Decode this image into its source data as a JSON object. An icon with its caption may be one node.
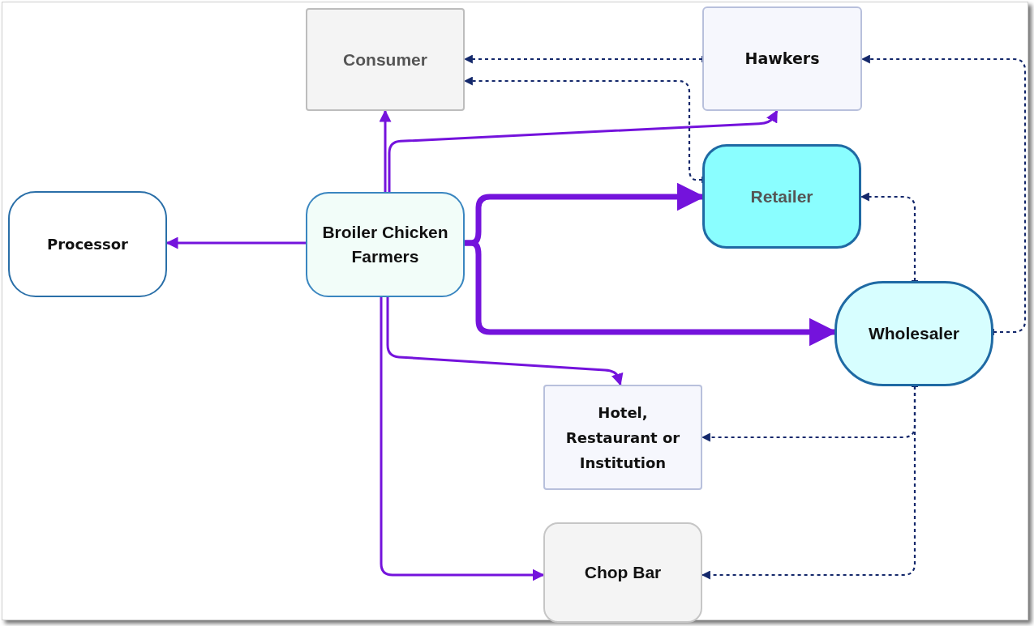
{
  "diagram": {
    "nodes": [
      {
        "text": [
          "Consumer"
        ]
      },
      {
        "text": [
          "Hawkers"
        ]
      },
      {
        "text": [
          "Processor"
        ]
      },
      {
        "text": [
          "Broiler Chicken Farmers"
        ]
      },
      {
        "text": [
          "Retailer"
        ]
      },
      {
        "text": [
          "Wholesaler"
        ]
      },
      {
        "text": [
          "Hotel, Restaurant or Institution"
        ]
      },
      {
        "text": [
          "Chop Bar"
        ]
      }
    ],
    "edges": [
      {
        "from": 3,
        "to": 0,
        "arrow": "to"
      },
      {
        "from": 3,
        "to": 1,
        "arrow": "to"
      },
      {
        "from": 3,
        "to": 2,
        "arrow": "to"
      },
      {
        "from": 3,
        "to": 4,
        "arrow": "to",
        "style": "thick"
      },
      {
        "from": 3,
        "to": 5,
        "arrow": "to",
        "style": "thick"
      },
      {
        "from": 3,
        "to": 6,
        "arrow": "to"
      },
      {
        "from": 3,
        "to": 7,
        "arrow": "to"
      },
      {
        "from": 1,
        "to": 0,
        "arrow": "to",
        "style": "dashed",
        "color": "#14286b"
      },
      {
        "from": 4,
        "to": 0,
        "arrow": "to",
        "style": "dashed",
        "color": "#14286b"
      },
      {
        "from": 5,
        "to": 4,
        "arrow": "to",
        "style": "dashed",
        "color": "#14286b"
      },
      {
        "from": 5,
        "to": 1,
        "arrow": "to",
        "style": "dashed",
        "color": "#14286b"
      },
      {
        "from": 5,
        "to": 6,
        "arrow": "to",
        "style": "dashed",
        "color": "#14286b"
      },
      {
        "from": 5,
        "to": 7,
        "arrow": "to",
        "style": "dashed",
        "color": "#14286b"
      }
    ]
  }
}
